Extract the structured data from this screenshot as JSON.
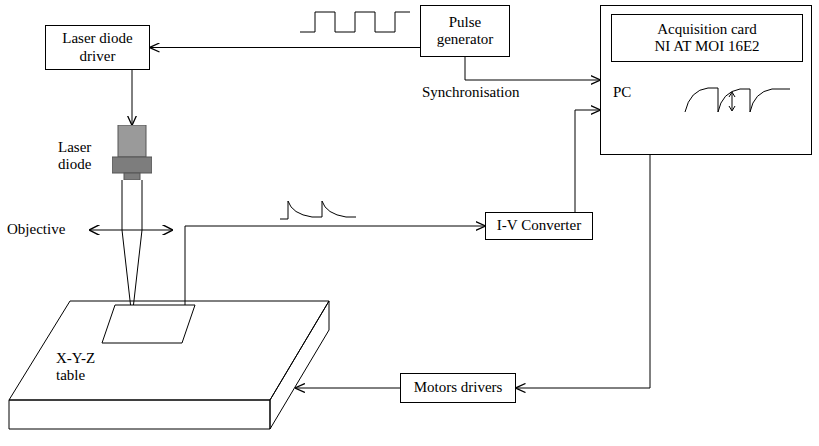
{
  "diagram": {
    "nodes": [
      {
        "text": [
          "Laser diode driver"
        ]
      },
      {
        "text": [
          "Pulse generator"
        ]
      },
      {
        "text": [
          "PC"
        ]
      },
      {
        "text": [
          "Acquisition card NI AT MOI 16E2"
        ],
        "in": 2
      },
      {
        "text": [
          "Laser diode"
        ]
      },
      {
        "text": [
          "I-V Converter"
        ]
      },
      {
        "text": [
          "Motors drivers"
        ]
      },
      {
        "text": [
          "X-Y-Z table"
        ]
      }
    ],
    "edges": [
      {
        "from": 1,
        "to": 0,
        "arrow": "to"
      },
      {
        "from": 0,
        "to": 4,
        "arrow": "to"
      },
      {
        "from": 1,
        "to": 2,
        "label": "Synchronisation",
        "arrow": "to"
      },
      {
        "from": 7,
        "to": 5,
        "arrow": "to"
      },
      {
        "from": 5,
        "to": 2,
        "arrow": "to"
      },
      {
        "from": 2,
        "to": 6,
        "arrow": "to"
      },
      {
        "from": 6,
        "to": 7,
        "arrow": "to"
      }
    ],
    "labels": [
      "Objective"
    ]
  }
}
